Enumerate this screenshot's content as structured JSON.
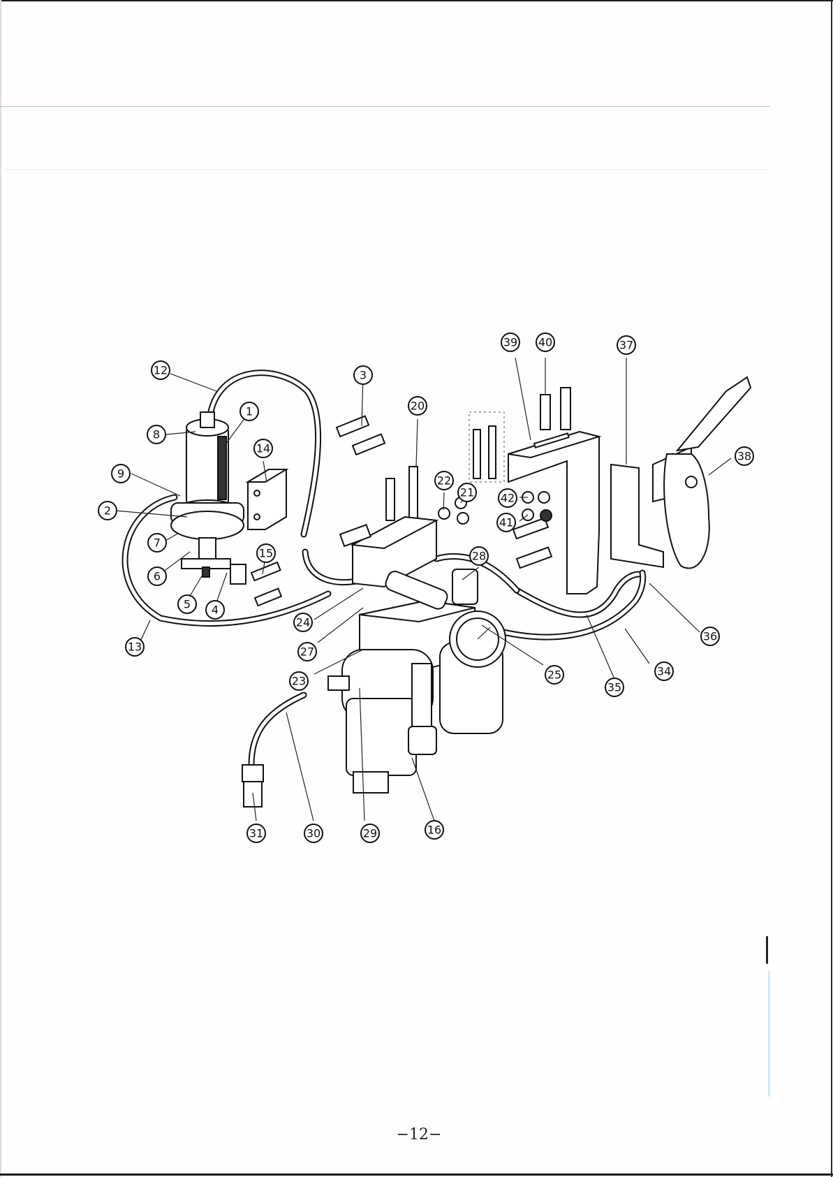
{
  "page": {
    "number": "−12−"
  },
  "callouts": [
    {
      "label": "1"
    },
    {
      "label": "2"
    },
    {
      "label": "3"
    },
    {
      "label": "4"
    },
    {
      "label": "5"
    },
    {
      "label": "6"
    },
    {
      "label": "7"
    },
    {
      "label": "8"
    },
    {
      "label": "9"
    },
    {
      "label": "12"
    },
    {
      "label": "13"
    },
    {
      "label": "14"
    },
    {
      "label": "15"
    },
    {
      "label": "16"
    },
    {
      "label": "20"
    },
    {
      "label": "21"
    },
    {
      "label": "22"
    },
    {
      "label": "23"
    },
    {
      "label": "24"
    },
    {
      "label": "25"
    },
    {
      "label": "27"
    },
    {
      "label": "28"
    },
    {
      "label": "29"
    },
    {
      "label": "30"
    },
    {
      "label": "31"
    },
    {
      "label": "34"
    },
    {
      "label": "35"
    },
    {
      "label": "36"
    },
    {
      "label": "37"
    },
    {
      "label": "38"
    },
    {
      "label": "39"
    },
    {
      "label": "40"
    },
    {
      "label": "41"
    },
    {
      "label": "42"
    }
  ]
}
